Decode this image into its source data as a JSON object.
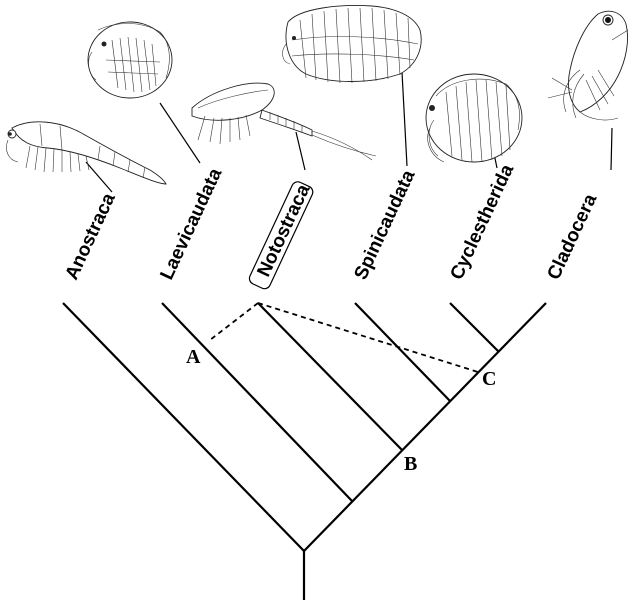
{
  "taxa": [
    {
      "key": "anostraca",
      "label": "Anostraca",
      "icon": "anostraca-illustration"
    },
    {
      "key": "laevicaudata",
      "label": "Laevicaudata",
      "icon": "laevicaudata-illustration"
    },
    {
      "key": "notostraca",
      "label": "Notostraca",
      "icon": "notostraca-illustration",
      "boxed": true
    },
    {
      "key": "spinicaudata",
      "label": "Spinicaudata",
      "icon": "spinicaudata-illustration"
    },
    {
      "key": "cyclestherida",
      "label": "Cyclestherida",
      "icon": "cyclestherida-illustration"
    },
    {
      "key": "cladocera",
      "label": "Cladocera",
      "icon": "cladocera-illustration"
    }
  ],
  "nodes": {
    "a": "A",
    "b": "B",
    "c": "C"
  },
  "alternative_placements": {
    "taxon": "Notostraca",
    "targets": [
      "A",
      "C"
    ],
    "style": "dashed"
  },
  "colors": {
    "ink": "#000000",
    "background": "#ffffff"
  }
}
